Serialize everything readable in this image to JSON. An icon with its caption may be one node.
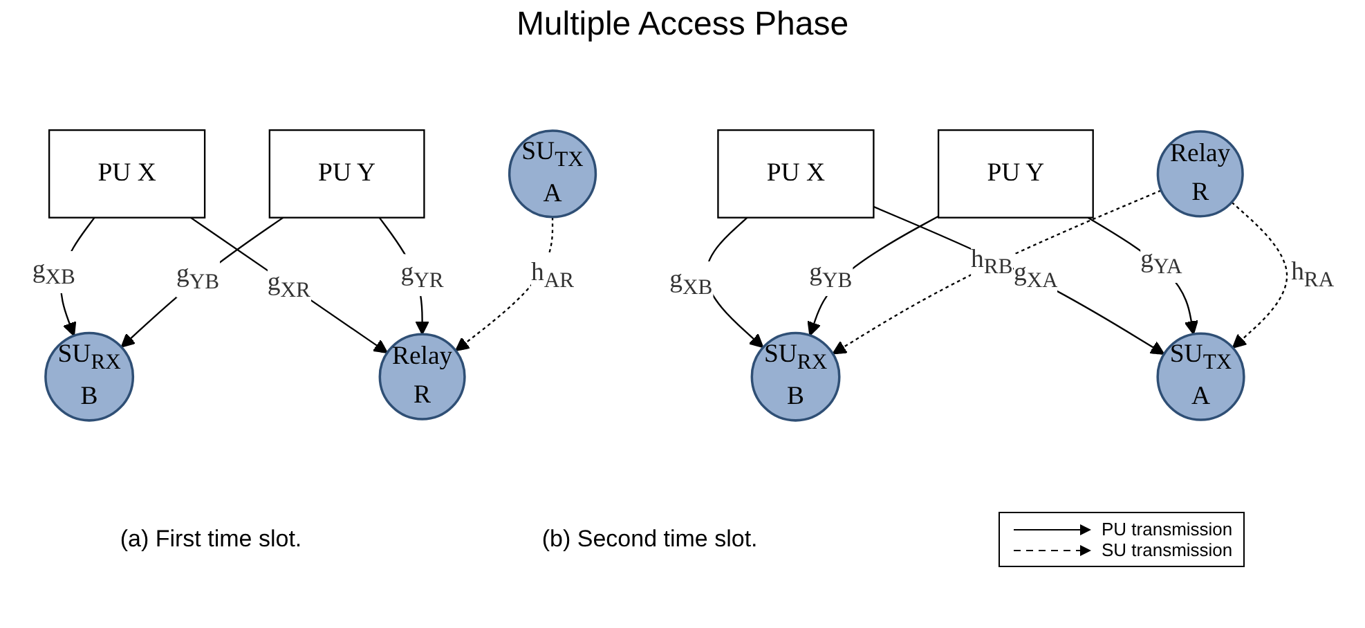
{
  "diagram": {
    "title": "Multiple Access Phase",
    "nodes": [
      {
        "text": [
          "SU$_{RX}$",
          "B"
        ]
      },
      {
        "text": [
          "PU X"
        ]
      },
      {
        "text": [
          "Relay",
          "R"
        ]
      },
      {
        "text": [
          "PU Y"
        ]
      },
      {
        "text": [
          "SU$_{TX}$",
          "A"
        ]
      },
      {
        "text": [
          "SU$_{RX}$",
          "B"
        ]
      },
      {
        "text": [
          "PU X"
        ]
      },
      {
        "text": [
          "Relay",
          "R"
        ]
      },
      {
        "text": [
          "PU Y"
        ]
      },
      {
        "text": [
          "SU$_{TX}$",
          "A"
        ]
      }
    ],
    "edges": [
      {
        "from": 1,
        "to": 0,
        "arrow": "to",
        "label": "g$_{XB}$"
      },
      {
        "from": 3,
        "to": 0,
        "arrow": "to",
        "label": "g$_{YB}$"
      },
      {
        "from": 1,
        "to": 2,
        "arrow": "to",
        "label": "g$_{XR}$"
      },
      {
        "from": 3,
        "to": 2,
        "arrow": "to",
        "label": "g$_{YR}$"
      },
      {
        "from": 4,
        "to": 2,
        "arrow": "to",
        "label": "h$_{AR}$",
        "style": "dashed"
      },
      {
        "from": 6,
        "to": 5,
        "arrow": "to",
        "label": "g$_{XB}$"
      },
      {
        "from": 8,
        "to": 5,
        "arrow": "to",
        "label": "g$_{YB}$"
      },
      {
        "from": 7,
        "to": 5,
        "arrow": "to",
        "label": "h$_{RB}$",
        "style": "dashed"
      },
      {
        "from": 6,
        "to": 9,
        "arrow": "to",
        "label": "g$_{XA}$"
      },
      {
        "from": 8,
        "to": 9,
        "arrow": "to",
        "label": "g$_{YA}$"
      },
      {
        "from": 7,
        "to": 9,
        "arrow": "to",
        "label": "h$_{RA}$",
        "style": "dashed"
      }
    ],
    "labels": [
      "(a) First time slot.",
      "(b) Second time slot."
    ],
    "legend": [
      {
        "text": "PU transmission"
      },
      {
        "text": "SU transmission"
      }
    ]
  }
}
